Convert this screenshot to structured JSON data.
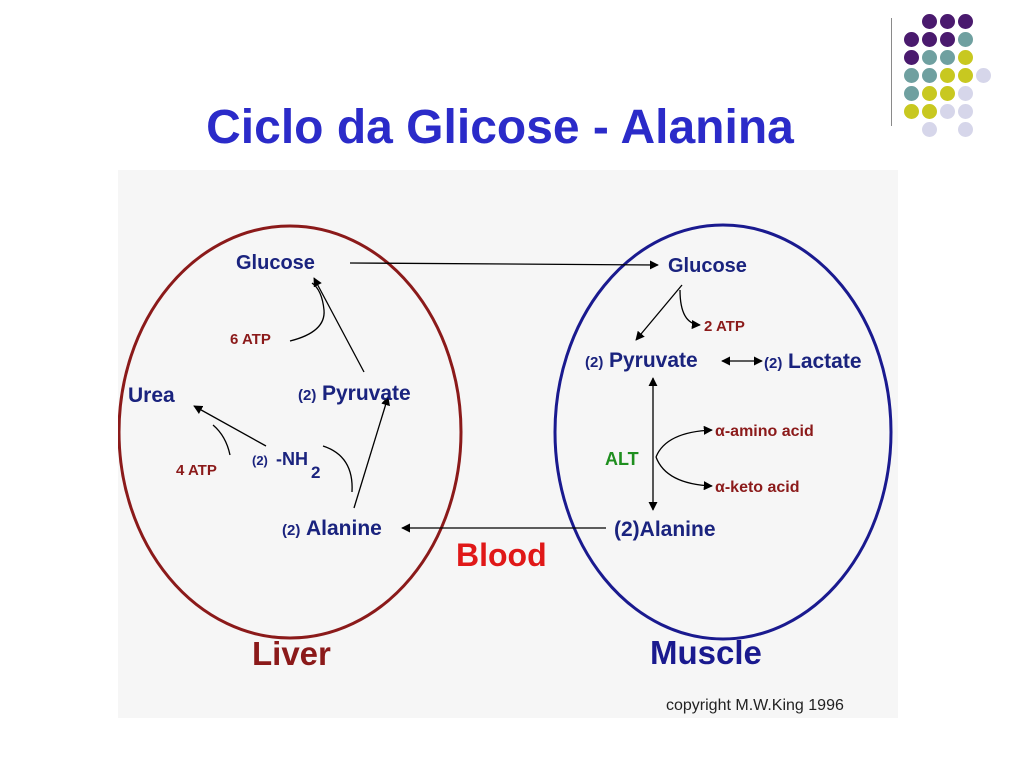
{
  "slide": {
    "title": "Ciclo da Glicose - Alanina"
  },
  "colors": {
    "title": "#2b2bc9",
    "liver_outline": "#8b1a1a",
    "muscle_outline": "#1a1a8f",
    "metabolite_text": "#1a237e",
    "atp_text": "#8b1a1a",
    "enzyme_text": "#1f8f1f",
    "blood_text": "#e01818",
    "dot_purple": "#4a1a6e",
    "dot_teal": "#6fa0a0",
    "dot_yellow": "#c8c820",
    "dot_lavender": "#d6d6ea"
  },
  "decoration": {
    "dot_grid_icon": "dot-grid-icon"
  },
  "diagram": {
    "liver": {
      "label": "Liver",
      "glucose": "Glucose",
      "atp6": "6 ATP",
      "urea": "Urea",
      "pyruvate_coef": "(2)",
      "pyruvate": "Pyruvate",
      "nh2_coef": "(2)",
      "nh2": "-NH",
      "nh2_sub": "2",
      "atp4": "4 ATP",
      "alanine_coef": "(2)",
      "alanine": "Alanine"
    },
    "muscle": {
      "label": "Muscle",
      "glucose": "Glucose",
      "atp2": "2 ATP",
      "pyruvate_coef": "(2)",
      "pyruvate": "Pyruvate",
      "lactate_coef": "(2)",
      "lactate": "Lactate",
      "alt": "ALT",
      "amino_acid": "α-amino acid",
      "keto_acid": "α-keto acid",
      "alanine": "(2)Alanine"
    },
    "blood": "Blood",
    "copyright": "copyright M.W.King 1996"
  }
}
